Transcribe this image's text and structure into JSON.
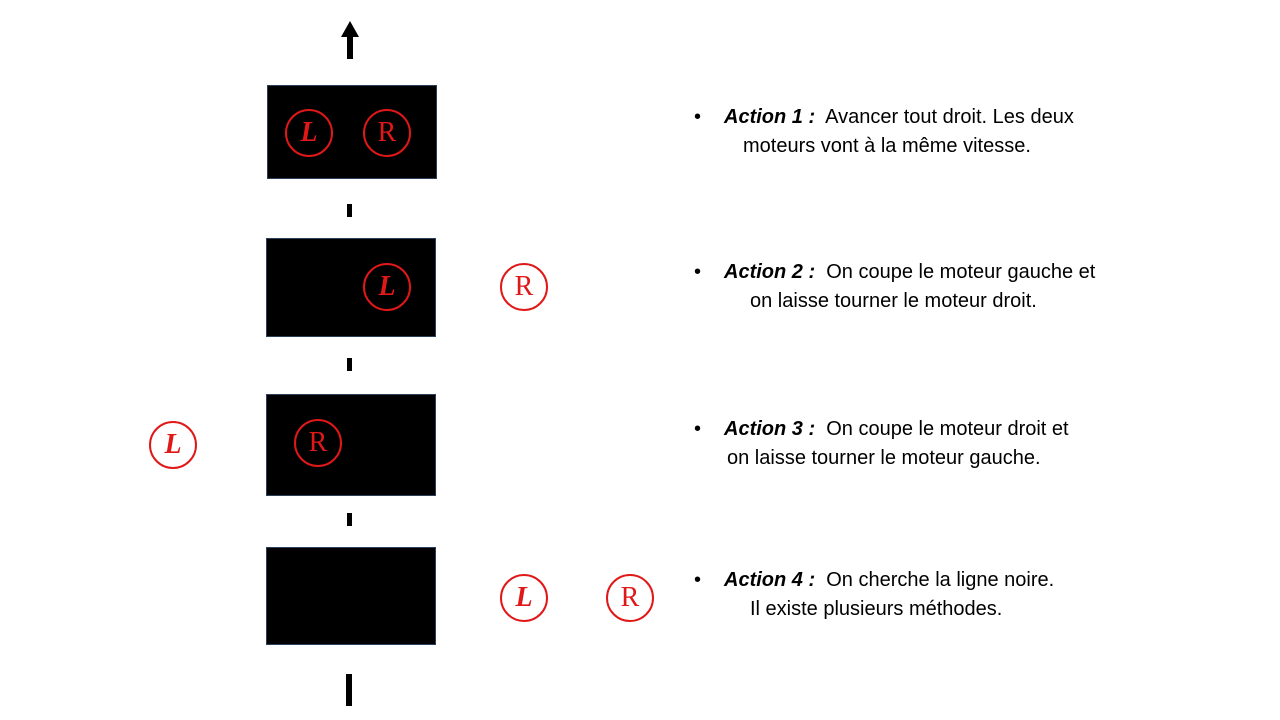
{
  "motors": {
    "left_letter": "L",
    "right_letter": "R"
  },
  "actions": [
    {
      "label": "Action 1 :",
      "line1": "Avancer tout droit. Les deux",
      "line2": "moteurs vont à la même vitesse."
    },
    {
      "label": "Action 2 :",
      "line1": "On coupe le moteur gauche et",
      "line2": "on laisse tourner le moteur droit."
    },
    {
      "label": "Action 3 :",
      "line1": "On coupe le moteur droit et",
      "line2": "on laisse tourner le moteur gauche."
    },
    {
      "label": "Action 4 :",
      "line1": "On cherche la ligne noire.",
      "line2": "Il existe plusieurs méthodes."
    }
  ],
  "colors": {
    "motor_red": "#e01818",
    "line_black": "#000000"
  },
  "icons": {
    "direction": "arrow-up-icon",
    "bullet": "bullet-dot-icon"
  }
}
